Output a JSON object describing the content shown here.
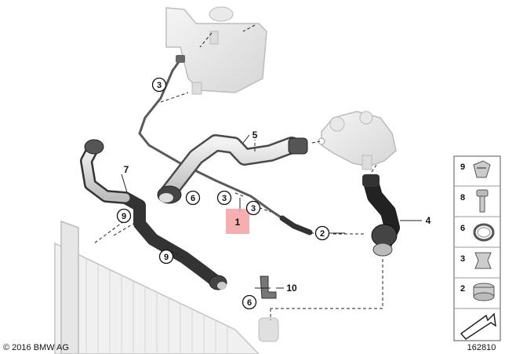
{
  "copyright": "© 2016 BMW AG",
  "diagram_number": "162810",
  "highlighted_part": "1",
  "part_labels": {
    "p2": "2",
    "p3a": "3",
    "p3b": "3",
    "p3c": "3",
    "p4": "4",
    "p5": "5",
    "p6a": "6",
    "p6b": "6",
    "p7": "7",
    "p9a": "9",
    "p9b": "9",
    "p10": "10"
  },
  "legend": [
    {
      "label": "9",
      "icon": "hose-clamp-icon"
    },
    {
      "label": "8",
      "icon": "screw-icon"
    },
    {
      "label": "6",
      "icon": "spring-clamp-icon"
    },
    {
      "label": "3",
      "icon": "clip-icon"
    },
    {
      "label": "2",
      "icon": "band-clamp-icon"
    }
  ],
  "colors": {
    "hose": "#222222",
    "highlight": "#f4a0a0",
    "parts": "#c8c8c8"
  }
}
